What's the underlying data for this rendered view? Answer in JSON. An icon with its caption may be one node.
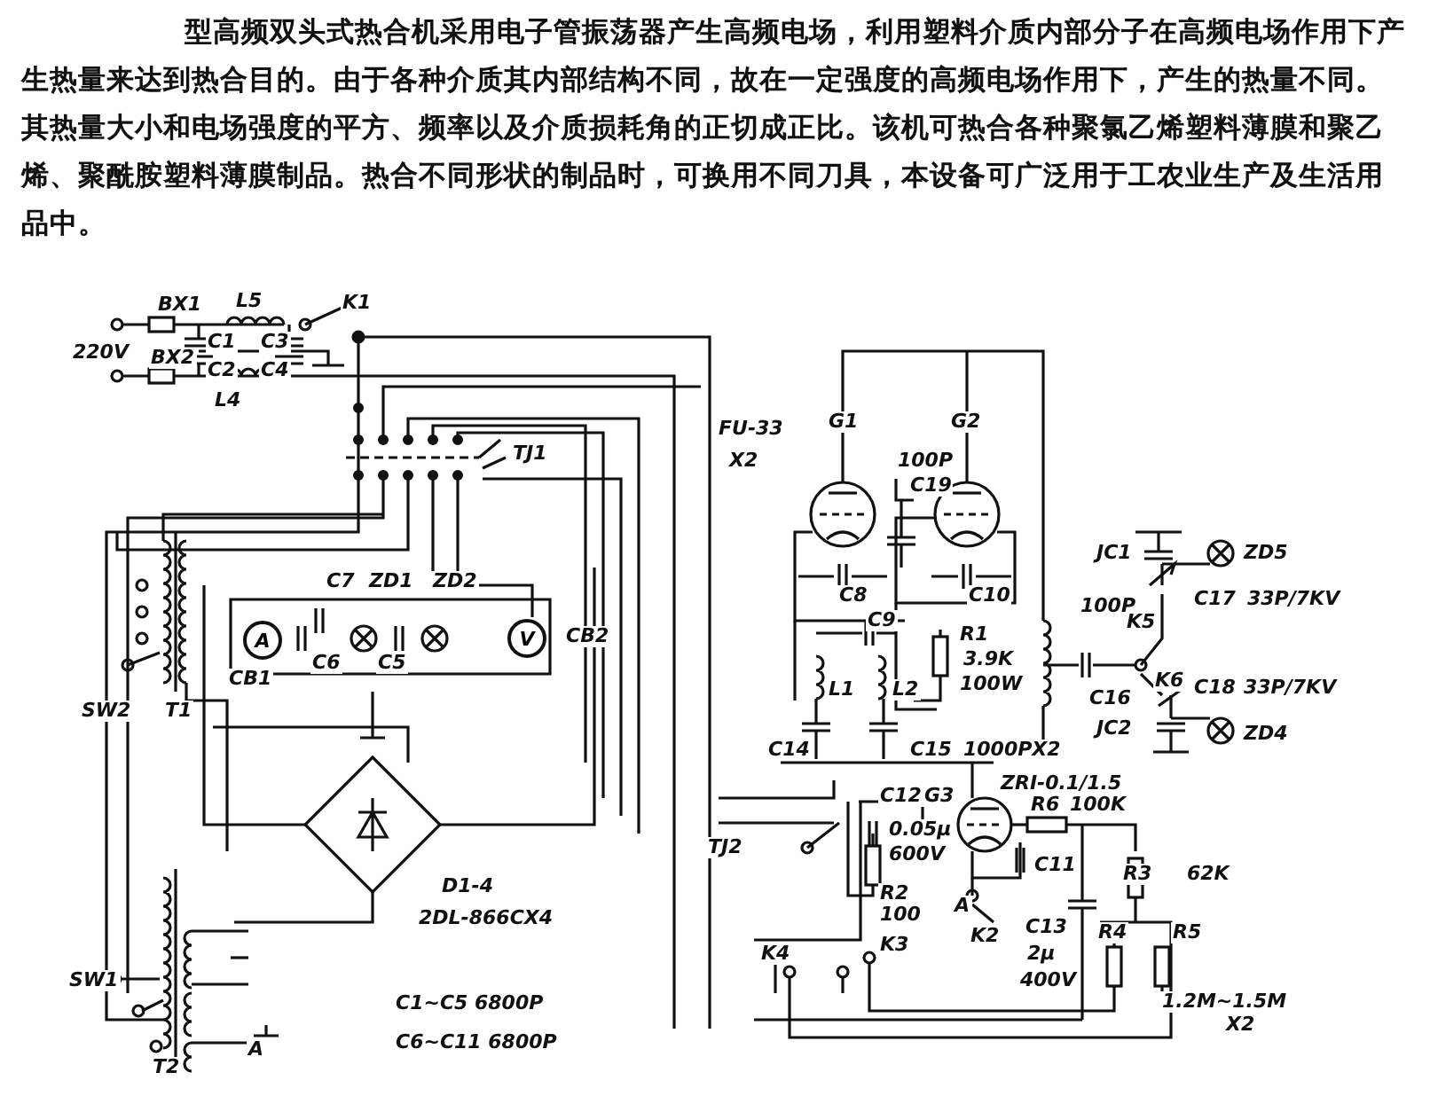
{
  "diagram": {
    "caption": "型高频双头式热合机采用电子管振荡器产生高频电场，利用塑料介质内部分子在高频电场作用下产生热量来达到热合目的。由于各种介质其内部结构不同，故在一定强度的高频电场作用下，产生的热量不同。其热量大小和电场强度的平方、频率以及介质损耗角的正切成正比。该机可热合各种聚氯乙烯塑料薄膜和聚乙烯、聚酰胺塑料薄膜制品。热合不同形状的制品时，可换用不同刀具，本设备可广泛用于工农业生产及生活用品中。",
    "nodes": [
      {
        "text": [
          "A"
        ]
      },
      {
        "text": [
          "V"
        ]
      }
    ],
    "labels": [
      "BX1",
      "L5",
      "K1",
      "220V",
      "BX2",
      "C1",
      "C3",
      "C2",
      "C4",
      "L4",
      "FU-33",
      "G1",
      "G2",
      "TJ1",
      "X2",
      "100P",
      "C19",
      "C7",
      "ZD1",
      "ZD2",
      "CB2",
      "CB1",
      "C6",
      "C5",
      "C8",
      "C10",
      "JC1",
      "ZD5",
      "C17",
      "33P/7KV",
      "SW2",
      "T1",
      "C9",
      "R1",
      "3.9K",
      "100W",
      "100P",
      "K5",
      "L1",
      "L2",
      "C16",
      "K6",
      "C18",
      "33P/7KV",
      "JC2",
      "ZD4",
      "C14",
      "C15",
      "1000PX2",
      "ZRI-0.1/1.5",
      "C12",
      "G3",
      "R6",
      "100K",
      "TJ2",
      "0.05μ",
      "600V",
      "C11",
      "R3",
      "62K",
      "D1-4",
      "2DL-866CX4",
      "R2",
      "100",
      "A",
      "C13",
      "2μ",
      "400V",
      "K2",
      "K4",
      "K3",
      "R4",
      "R5",
      "1.2M~1.5M",
      "X2",
      "SW1",
      "C1~C5  6800P",
      "A",
      "C6~C11  6800P",
      "T2"
    ]
  }
}
